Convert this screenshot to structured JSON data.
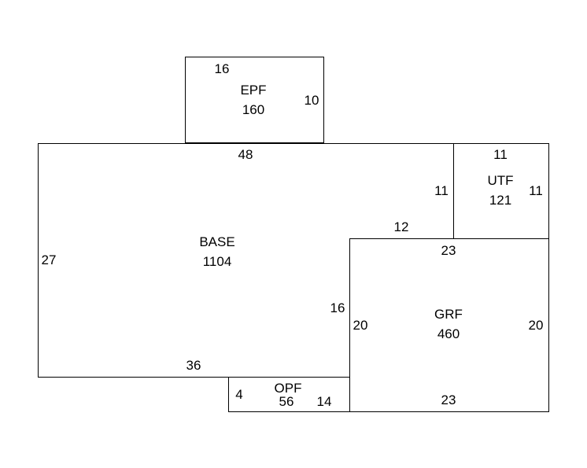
{
  "colors": {
    "background": "#ffffff",
    "line": "#000000",
    "text": "#000000"
  },
  "areas": [
    {
      "key": "epf",
      "code": "EPF",
      "area": "160"
    },
    {
      "key": "base",
      "code": "BASE",
      "area": "1104"
    },
    {
      "key": "utf",
      "code": "UTF",
      "area": "121"
    },
    {
      "key": "grf",
      "code": "GRF",
      "area": "460"
    },
    {
      "key": "opf",
      "code": "OPF",
      "area": "56"
    }
  ],
  "dimensions": {
    "epf_top": "16",
    "epf_right": "10",
    "base_top": "48",
    "base_left": "27",
    "base_bottom": "36",
    "base_step_right": "16",
    "base_step_top": "12",
    "base_inner_right": "11",
    "utf_top": "11",
    "utf_right": "11",
    "grf_top": "23",
    "grf_left": "20",
    "grf_right": "20",
    "grf_bottom": "23",
    "opf_left": "4",
    "opf_right": "14"
  }
}
